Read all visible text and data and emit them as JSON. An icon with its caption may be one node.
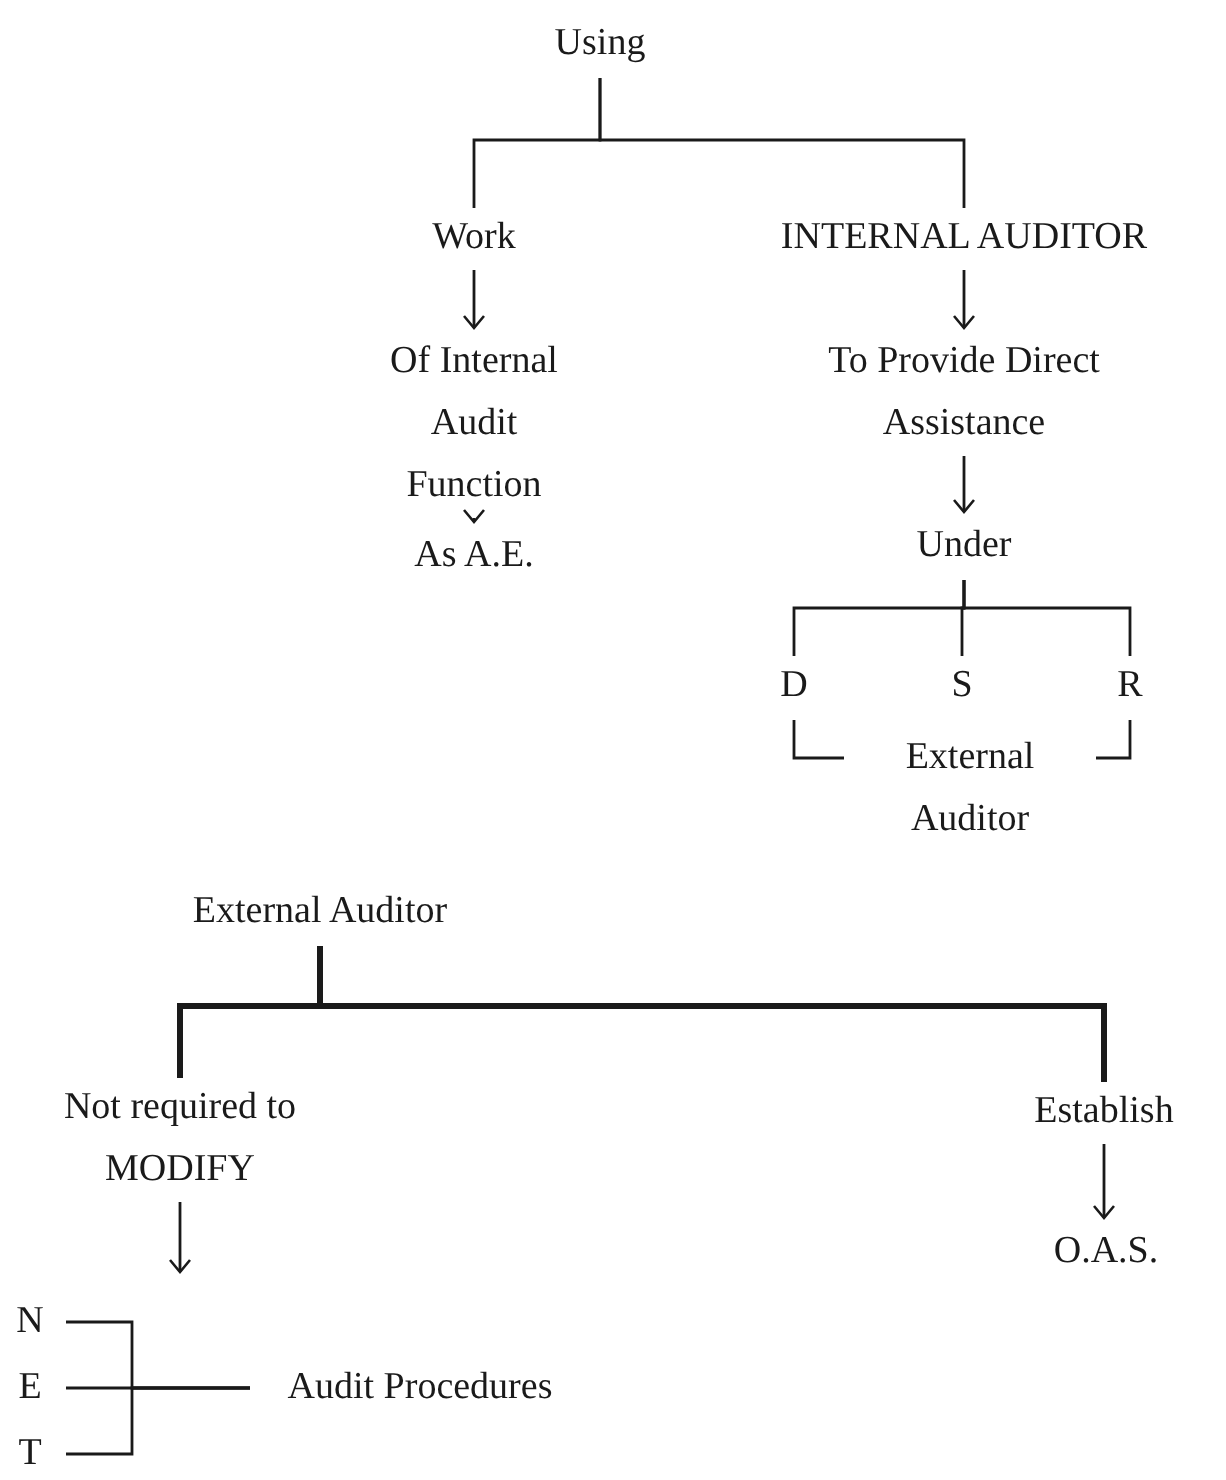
{
  "diagram": {
    "nodes": [
      {
        "text": [
          "Using"
        ]
      },
      {
        "text": [
          "Work"
        ]
      },
      {
        "text": [
          "INTERNAL AUDITOR"
        ]
      },
      {
        "text": [
          "Of Internal Audit Function"
        ]
      },
      {
        "text": [
          "As A.E."
        ]
      },
      {
        "text": [
          "To Provide Direct Assistance"
        ]
      },
      {
        "text": [
          "Under"
        ]
      },
      {
        "text": [
          "D"
        ]
      },
      {
        "text": [
          "S"
        ]
      },
      {
        "text": [
          "R"
        ]
      },
      {
        "text": [
          "External Auditor"
        ]
      },
      {
        "text": [
          "External Auditor"
        ]
      },
      {
        "text": [
          "Not required to MODIFY"
        ]
      },
      {
        "text": [
          "Establish"
        ]
      },
      {
        "text": [
          "O.A.S."
        ]
      },
      {
        "text": [
          "N"
        ]
      },
      {
        "text": [
          "E"
        ]
      },
      {
        "text": [
          "T"
        ]
      },
      {
        "text": [
          "Audit Procedures"
        ]
      }
    ],
    "edges": [
      {
        "from": 0,
        "to": 1,
        "arrow": "none"
      },
      {
        "from": 0,
        "to": 2,
        "arrow": "none"
      },
      {
        "from": 1,
        "to": 3,
        "arrow": "to"
      },
      {
        "from": 3,
        "to": 4,
        "arrow": "to"
      },
      {
        "from": 2,
        "to": 5,
        "arrow": "to"
      },
      {
        "from": 5,
        "to": 6,
        "arrow": "to"
      },
      {
        "from": 6,
        "to": 7,
        "arrow": "none"
      },
      {
        "from": 6,
        "to": 8,
        "arrow": "none"
      },
      {
        "from": 6,
        "to": 9,
        "arrow": "none"
      },
      {
        "from": 7,
        "to": 10,
        "arrow": "none"
      },
      {
        "from": 9,
        "to": 10,
        "arrow": "none"
      },
      {
        "from": 11,
        "to": 12,
        "arrow": "none",
        "style": "thick"
      },
      {
        "from": 11,
        "to": 13,
        "arrow": "none",
        "style": "thick"
      },
      {
        "from": 12,
        "to": null,
        "arrow": "to"
      },
      {
        "from": 13,
        "to": 14,
        "arrow": "to"
      },
      {
        "from": 15,
        "to": 18,
        "arrow": "none"
      },
      {
        "from": 16,
        "to": 18,
        "arrow": "none"
      },
      {
        "from": 17,
        "to": 18,
        "arrow": "none"
      }
    ]
  }
}
